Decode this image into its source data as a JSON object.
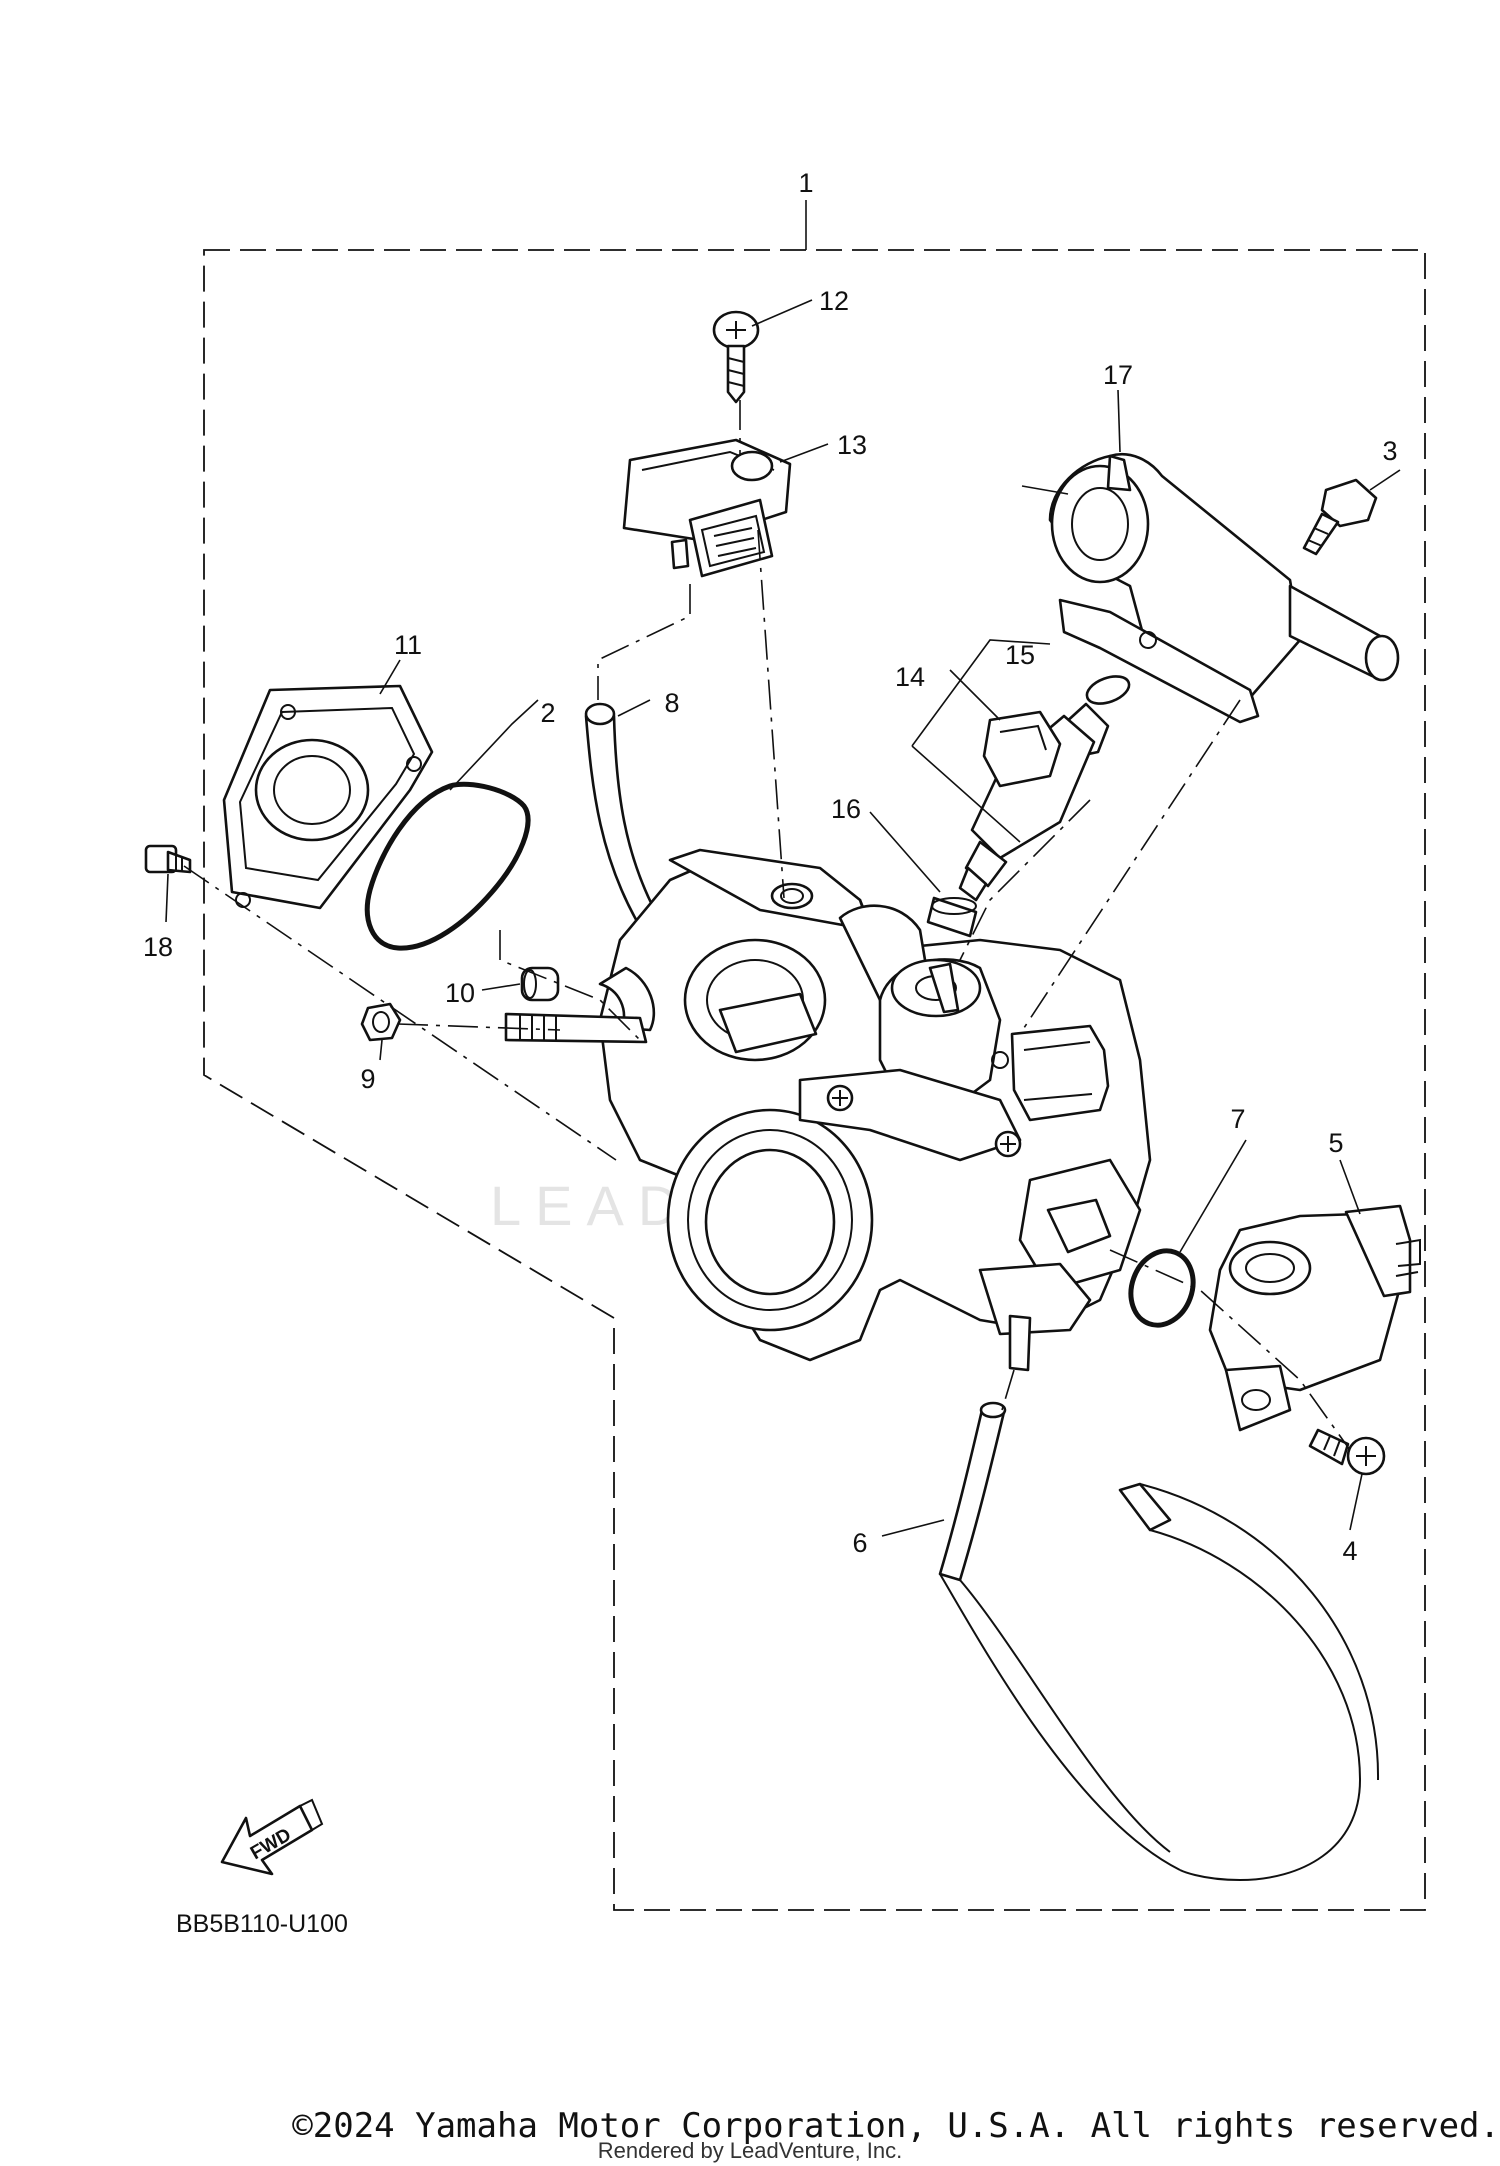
{
  "diagram": {
    "diagram_code": "BB5B110-U100",
    "fwd_label": "FWD",
    "watermark": "LEADVENTURE",
    "callouts": [
      {
        "id": "1",
        "label": "1"
      },
      {
        "id": "2",
        "label": "2"
      },
      {
        "id": "3",
        "label": "3"
      },
      {
        "id": "4",
        "label": "4"
      },
      {
        "id": "5",
        "label": "5"
      },
      {
        "id": "6",
        "label": "6"
      },
      {
        "id": "7",
        "label": "7"
      },
      {
        "id": "8",
        "label": "8"
      },
      {
        "id": "9",
        "label": "9"
      },
      {
        "id": "10",
        "label": "10"
      },
      {
        "id": "11",
        "label": "11"
      },
      {
        "id": "12",
        "label": "12"
      },
      {
        "id": "13",
        "label": "13"
      },
      {
        "id": "14",
        "label": "14"
      },
      {
        "id": "15",
        "label": "15"
      },
      {
        "id": "16",
        "label": "16"
      },
      {
        "id": "17",
        "label": "17"
      },
      {
        "id": "18",
        "label": "18"
      }
    ]
  },
  "footer": {
    "copyright": "©2024 Yamaha Motor Corporation, U.S.A. All rights reserved.",
    "rendered_by": "Rendered by LeadVenture, Inc."
  }
}
